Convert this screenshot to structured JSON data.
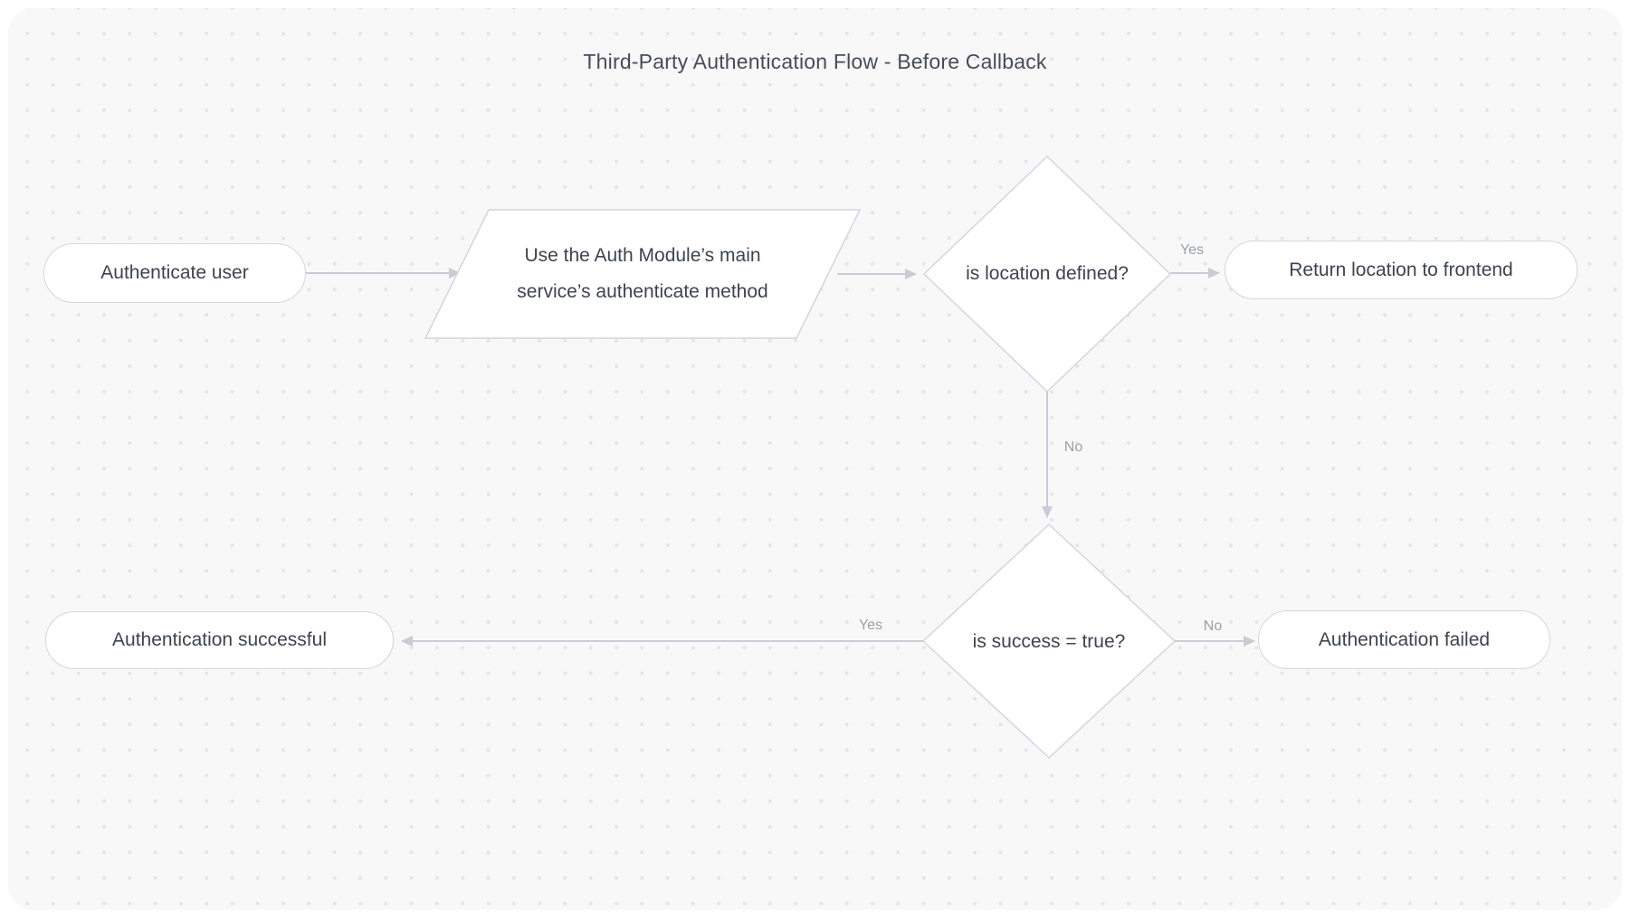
{
  "theme": {
    "page_bg": "#ffffff",
    "canvas_bg": "#f8f8f9",
    "dot_color": "#e4e4e7",
    "node_fill": "#ffffff",
    "node_border": "#d4d6dd",
    "node_text": "#3d4351",
    "edge_color": "#c9ccd4",
    "edge_label_color": "#9aa0ab",
    "title_color": "#464c59"
  },
  "diagram": {
    "title": "Third-Party Authentication Flow - Before Callback",
    "nodes": {
      "start": {
        "type": "stadium",
        "label": "Authenticate user"
      },
      "authenticate": {
        "type": "parallelogram",
        "label": "Use the Auth Module’s main service’s authenticate method"
      },
      "location_check": {
        "type": "decision",
        "label": "is location defined?"
      },
      "return_location": {
        "type": "stadium",
        "label": "Return location to frontend"
      },
      "success_check": {
        "type": "decision",
        "label": "is success = true?"
      },
      "auth_success": {
        "type": "stadium",
        "label": "Authentication successful"
      },
      "auth_failed": {
        "type": "stadium",
        "label": "Authentication failed"
      }
    },
    "edges": [
      {
        "from": "start",
        "to": "authenticate",
        "label": ""
      },
      {
        "from": "authenticate",
        "to": "location_check",
        "label": ""
      },
      {
        "from": "location_check",
        "to": "return_location",
        "label": "Yes"
      },
      {
        "from": "location_check",
        "to": "success_check",
        "label": "No"
      },
      {
        "from": "success_check",
        "to": "auth_success",
        "label": "Yes"
      },
      {
        "from": "success_check",
        "to": "auth_failed",
        "label": "No"
      }
    ]
  }
}
